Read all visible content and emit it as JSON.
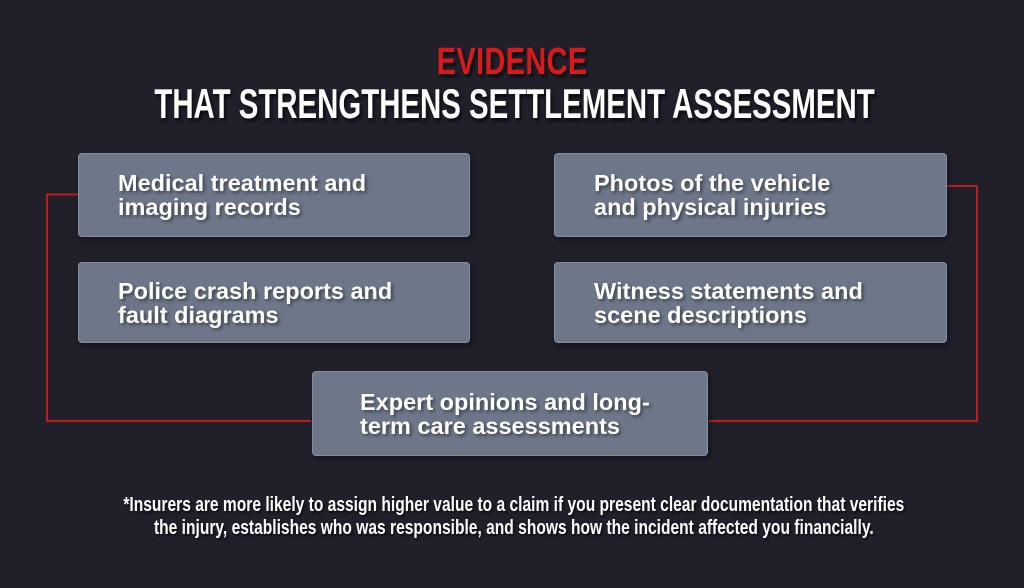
{
  "theme": {
    "background": "#201f2a",
    "box_fill": "#6d7789",
    "box_border": "#848ea0",
    "title_red": "#d91a1b",
    "connector_red": "#b91d1d",
    "text_color": "#ffffff"
  },
  "header": {
    "title": "EVIDENCE",
    "subtitle": "THAT STRENGTHENS SETTLEMENT ASSESSMENT"
  },
  "boxes": [
    {
      "id": "medical-records",
      "lines": [
        "Medical treatment and",
        "imaging records"
      ]
    },
    {
      "id": "vehicle-photos",
      "lines": [
        "Photos of the vehicle",
        "and physical injuries"
      ]
    },
    {
      "id": "police-reports",
      "lines": [
        "Police crash reports and",
        "fault diagrams"
      ]
    },
    {
      "id": "witness-statements",
      "lines": [
        "Witness statements and",
        "scene descriptions"
      ]
    },
    {
      "id": "expert-opinions",
      "lines": [
        "Expert opinions and long-",
        "term care assessments"
      ]
    }
  ],
  "footnote": {
    "lines": [
      "*Insurers are more likely to assign higher value to a claim if you present clear documentation that verifies",
      "the injury, establishes who was responsible, and shows how the incident affected you financially."
    ]
  }
}
